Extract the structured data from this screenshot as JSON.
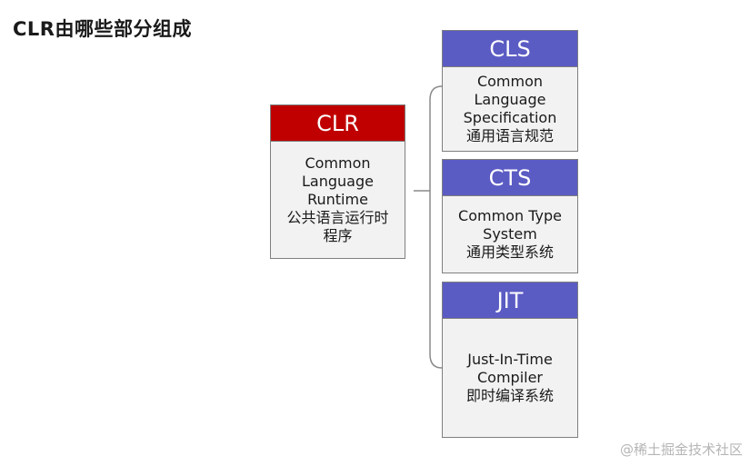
{
  "title": "CLR由哪些部分组成",
  "clr": {
    "header": "CLR",
    "lines": [
      "Common",
      "Language",
      "Runtime",
      "公共语言运行时",
      "程序"
    ]
  },
  "cls": {
    "header": "CLS",
    "lines": [
      "Common",
      "Language",
      "Specification",
      "通用语言规范"
    ]
  },
  "cts": {
    "header": "CTS",
    "lines": [
      "Common Type",
      "System",
      "通用类型系统"
    ]
  },
  "jit": {
    "header": "JIT",
    "lines": [
      "Just-In-Time",
      "Compiler",
      "即时编译系统"
    ]
  },
  "watermark": "@稀土掘金技术社区",
  "colors": {
    "clr_header": "#c00000",
    "component_header": "#5b5bc4",
    "box_fill": "#f2f2f2"
  }
}
